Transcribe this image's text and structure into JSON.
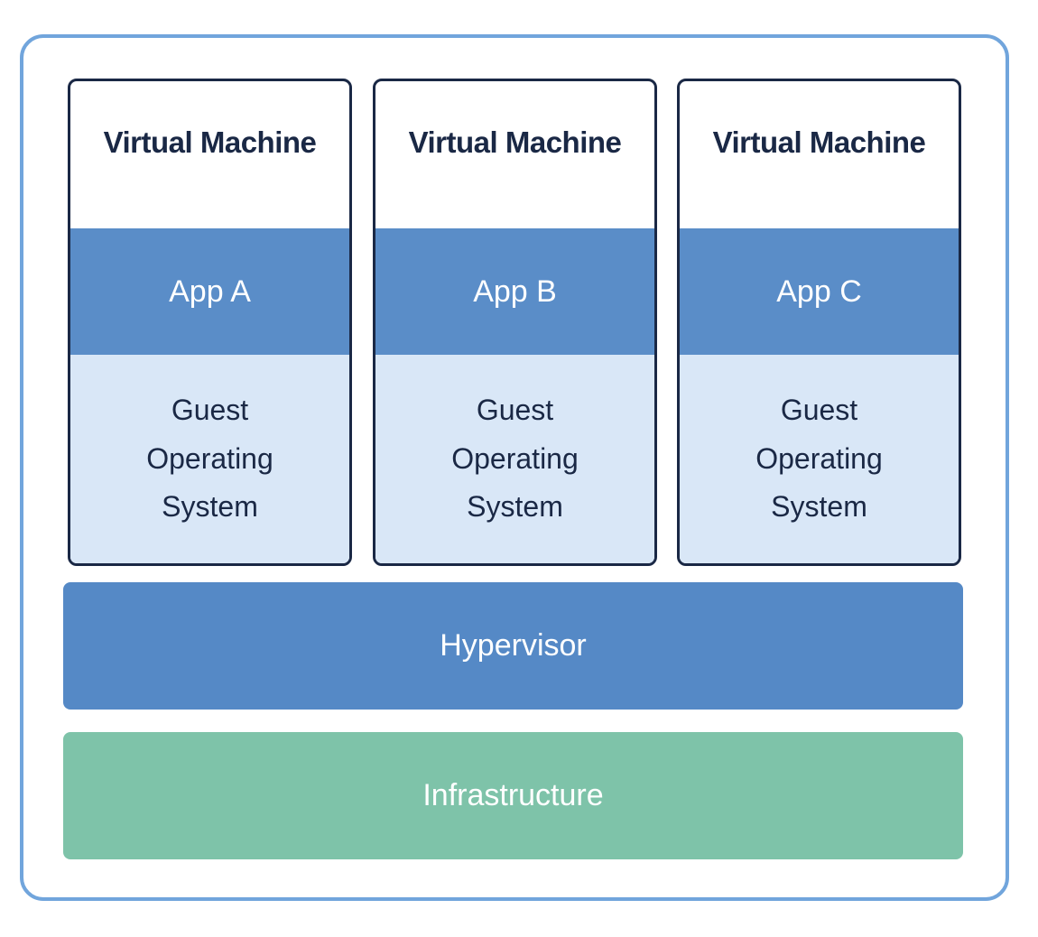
{
  "diagram": {
    "vms": [
      {
        "title": "Virtual Machine",
        "app": "App A",
        "os": "Guest Operating System"
      },
      {
        "title": "Virtual Machine",
        "app": "App B",
        "os": "Guest Operating System"
      },
      {
        "title": "Virtual Machine",
        "app": "App C",
        "os": "Guest Operating System"
      }
    ],
    "layers": {
      "hypervisor": "Hypervisor",
      "infrastructure": "Infrastructure"
    },
    "colors": {
      "outer_border": "#71A5DC",
      "vm_border": "#1A2845",
      "vm_title_text": "#1A2845",
      "app_band": "#5A8DC8",
      "guest_os_band": "#D9E7F7",
      "guest_os_text": "#1A2845",
      "hypervisor_band": "#5589C6",
      "infrastructure_band": "#7EC3A9",
      "band_text": "#FFFFFF"
    }
  }
}
